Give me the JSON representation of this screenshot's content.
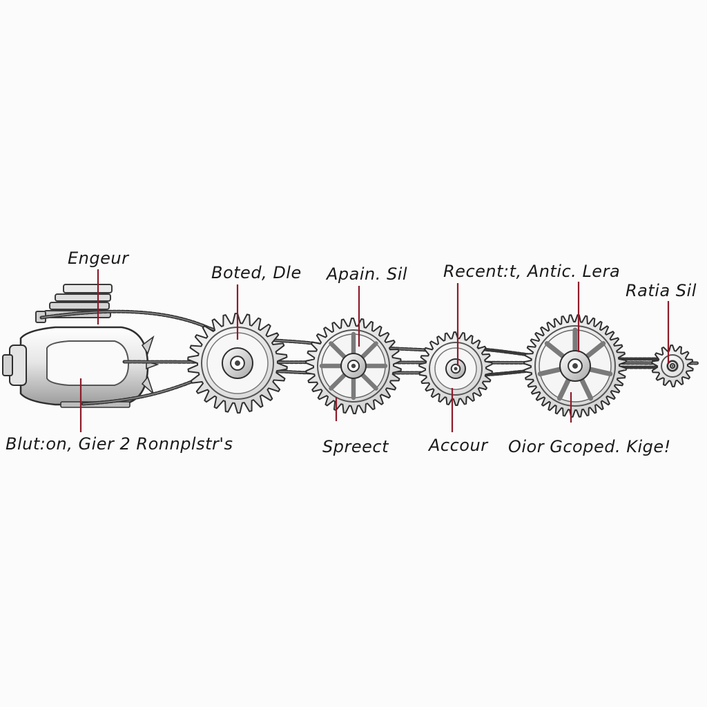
{
  "labels": {
    "engine": "Engeur",
    "gear1_top": "Boted, Dle",
    "gear2_top": "Apain. Sil",
    "gear3_top": "Recent:t, Antic. Lera",
    "gear5_top": "Ratia  Sil",
    "engine_bottom": "Blut:on, Gier 2 Ronnplstr's",
    "gear2_bottom": "Spreect",
    "gear3_bottom": "Accour",
    "gear4_bottom": "Oior Gcoped. Kige!"
  },
  "colors": {
    "leader": "#8e1b2a",
    "ink": "#1a1a1a",
    "metal_light": "#f1f1f1",
    "metal_mid": "#bdbdbd",
    "metal_dark": "#3a3a3a"
  }
}
